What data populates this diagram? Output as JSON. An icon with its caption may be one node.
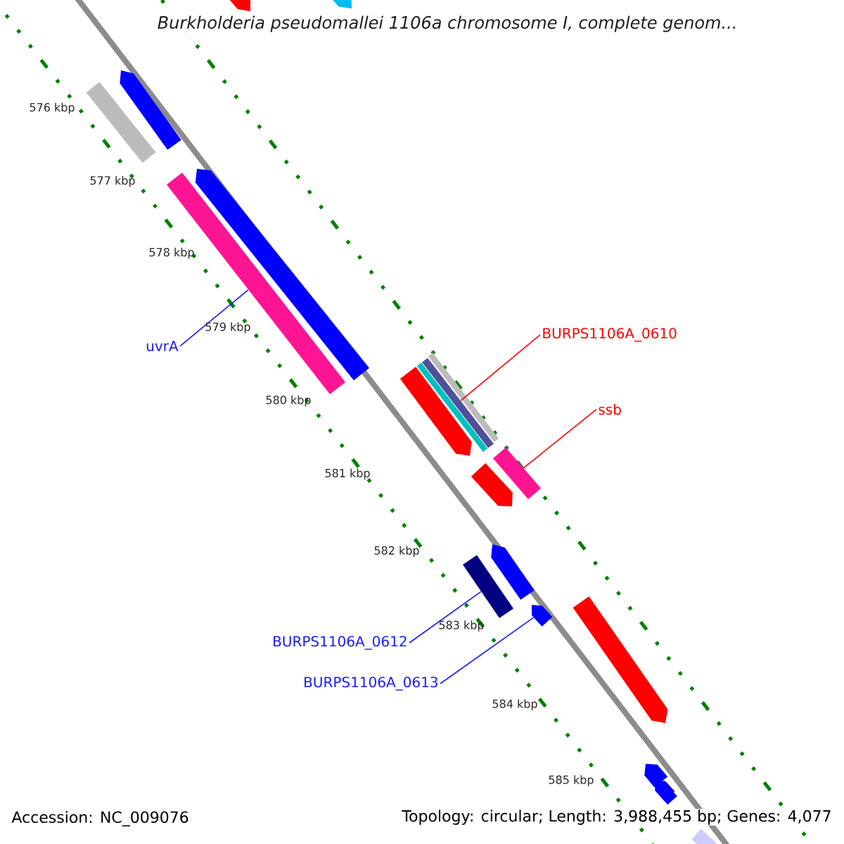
{
  "diagram": {
    "title": "Burkholderia pseudomallei 1106a chromosome I, complete genom...",
    "nodes": [
      {
        "text": [],
        "shape": "bar"
      },
      {
        "text": [],
        "shape": "bar"
      },
      {
        "text": [],
        "shape": "bar"
      },
      {
        "text": [],
        "shape": "bar"
      },
      {
        "text": [],
        "shape": "bar"
      },
      {
        "text": [],
        "shape": "bar"
      },
      {
        "text": [
          "uvrA"
        ]
      },
      {
        "text": [
          "BURPS1106A_0610"
        ]
      },
      {
        "text": [],
        "shape": "bar"
      },
      {
        "text": [],
        "shape": "bar"
      },
      {
        "text": [],
        "shape": "bar"
      },
      {
        "text": [],
        "shape": "bar"
      },
      {
        "text": [
          "ssb"
        ]
      },
      {
        "text": [],
        "shape": "bar"
      },
      {
        "text": [],
        "shape": "bar"
      },
      {
        "text": [],
        "shape": "bar"
      },
      {
        "text": [],
        "shape": "bar"
      },
      {
        "text": [],
        "shape": "bar"
      },
      {
        "text": [
          "BURPS1106A_0612"
        ]
      },
      {
        "text": [
          "BURPS1106A_0613"
        ]
      },
      {
        "text": [],
        "shape": "bar"
      },
      {
        "text": [],
        "shape": "bar"
      },
      {
        "text": [],
        "shape": "bar"
      },
      {
        "text": [],
        "shape": "bar"
      },
      {
        "text": [],
        "shape": "bar"
      }
    ],
    "edges": [
      {
        "from": 6,
        "to": 5,
        "arrow": "none"
      },
      {
        "from": 7,
        "to": 9,
        "arrow": "none",
        "color": "#ff0000"
      },
      {
        "from": 12,
        "to": 13,
        "arrow": "none",
        "color": "#ff0000"
      },
      {
        "from": 18,
        "to": 16,
        "arrow": "none"
      },
      {
        "from": 19,
        "to": 17,
        "arrow": "none"
      }
    ],
    "labels": [
      "576 kbp",
      "577 kbp",
      "578 kbp",
      "579 kbp",
      "580 kbp",
      "581 kbp",
      "582 kbp",
      "583 kbp",
      "584 kbp",
      "585 kbp",
      "Accession: NC_009076",
      "Topology: circular; Length: 3,988,455 bp; Genes: 4,077"
    ]
  }
}
